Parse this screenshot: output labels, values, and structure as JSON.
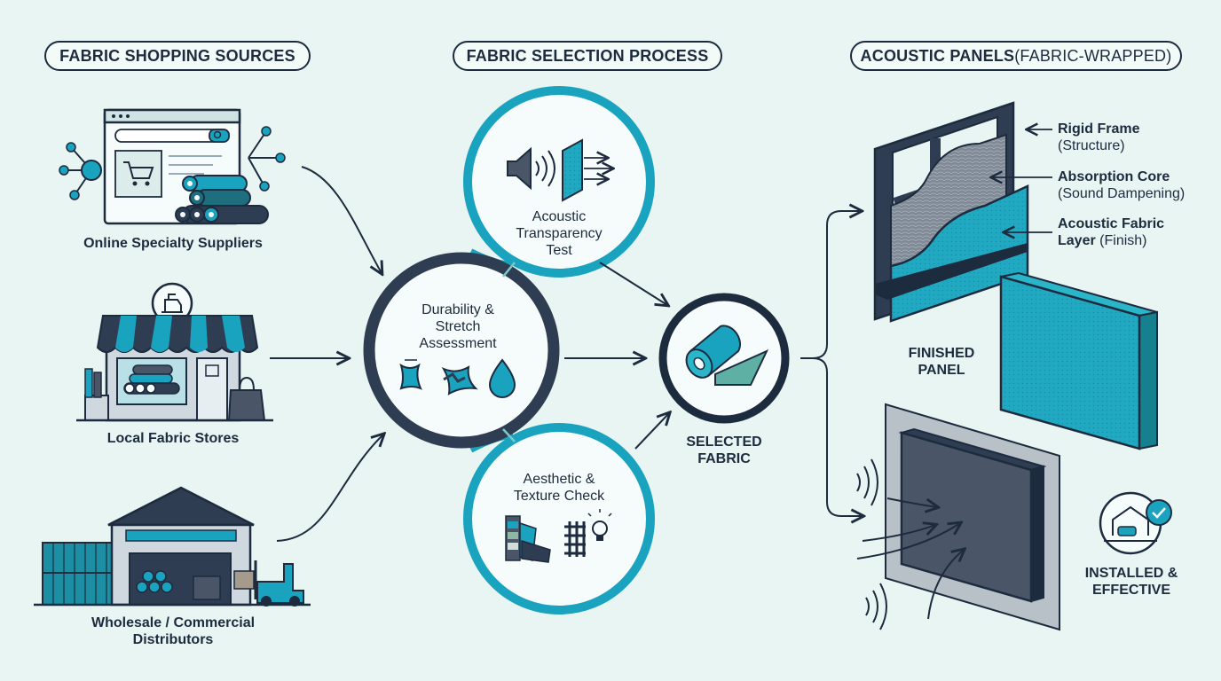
{
  "headers": {
    "sources": "FABRIC SHOPPING SOURCES",
    "process": "FABRIC SELECTION PROCESS",
    "panels_main": "ACOUSTIC PANELS",
    "panels_paren": " (FABRIC-WRAPPED)"
  },
  "sources": {
    "online": "Online Specialty Suppliers",
    "local": "Local Fabric Stores",
    "wholesale_line1": "Wholesale / Commercial",
    "wholesale_line2": "Distributors"
  },
  "process": {
    "acoustic_line1": "Acoustic",
    "acoustic_line2": "Transparency",
    "acoustic_line3": "Test",
    "durability_line1": "Durability &",
    "durability_line2": "Stretch",
    "durability_line3": "Assessment",
    "aesthetic_line1": "Aesthetic &",
    "aesthetic_line2": "Texture Check",
    "selected_line1": "SELECTED",
    "selected_line2": "FABRIC"
  },
  "panel_layers": {
    "frame_title": "Rigid Frame",
    "frame_sub": "(Structure)",
    "core_title": "Absorption Core",
    "core_sub": "(Sound Dampening)",
    "fabric_title_line1": "Acoustic Fabric",
    "fabric_title_line2": "Layer",
    "fabric_sub": "(Finish)"
  },
  "outcomes": {
    "finished_line1": "FINISHED",
    "finished_line2": "PANEL",
    "installed_line1": "INSTALLED &",
    "installed_line2": "EFFECTIVE"
  },
  "colors": {
    "navy": "#1d2b3f",
    "teal": "#1aa3bf",
    "teal_light": "#2bb5c9",
    "background": "#e8f5f2",
    "slate": "#4a5668"
  }
}
